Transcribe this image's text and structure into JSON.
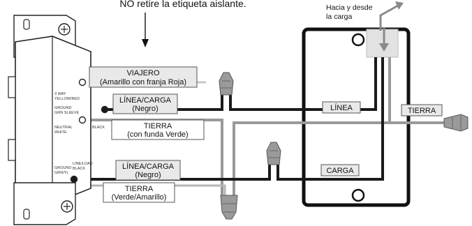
{
  "header": {
    "note": "NO retire la etiqueta aislante."
  },
  "load_label": {
    "line1": "Hacia y desde",
    "line2": "la carga"
  },
  "callouts": {
    "viajero": {
      "line1": "VIAJERO",
      "line2": "(Amarillo con franja Roja)"
    },
    "linea_carga_top": {
      "line1": "LÍNEA/CARGA",
      "line2": "(Negro)"
    },
    "tierra_green": {
      "line1": "TIERRA",
      "line2": "(con funda Verde)"
    },
    "linea_carga_bottom": {
      "line1": "LÍNEA/CARGA",
      "line2": "(Negro)"
    },
    "tierra_yellow": {
      "line1": "TIERRA",
      "line2": "(Verde/Amarillo)"
    }
  },
  "box_labels": {
    "linea": "LÍNEA",
    "carga": "CARGA",
    "tierra": "TIERRA"
  },
  "device_labels": {
    "three_way": "3 WAY",
    "yellow_red": "YELLOW/RED",
    "ground": "GROUND",
    "grn_sleeve": "GRN SLEEVE",
    "neutral": "NEUTRAL",
    "white": "WHITE",
    "ground2": "GROUND",
    "grn_yl": "GRN/YL",
    "line_load": "LINE/LOAD",
    "black": "BLACK",
    "black_side": "BLACK"
  },
  "colors": {
    "wire_black": "#1a1a1a",
    "wire_gray": "#9a9a9a",
    "wire_light": "#c8c8c8",
    "box_stroke": "#111111",
    "label_fill": "#e9e9e9",
    "load_box_fill": "#e2e2e2",
    "arrow_gray": "#8a8a8a"
  }
}
